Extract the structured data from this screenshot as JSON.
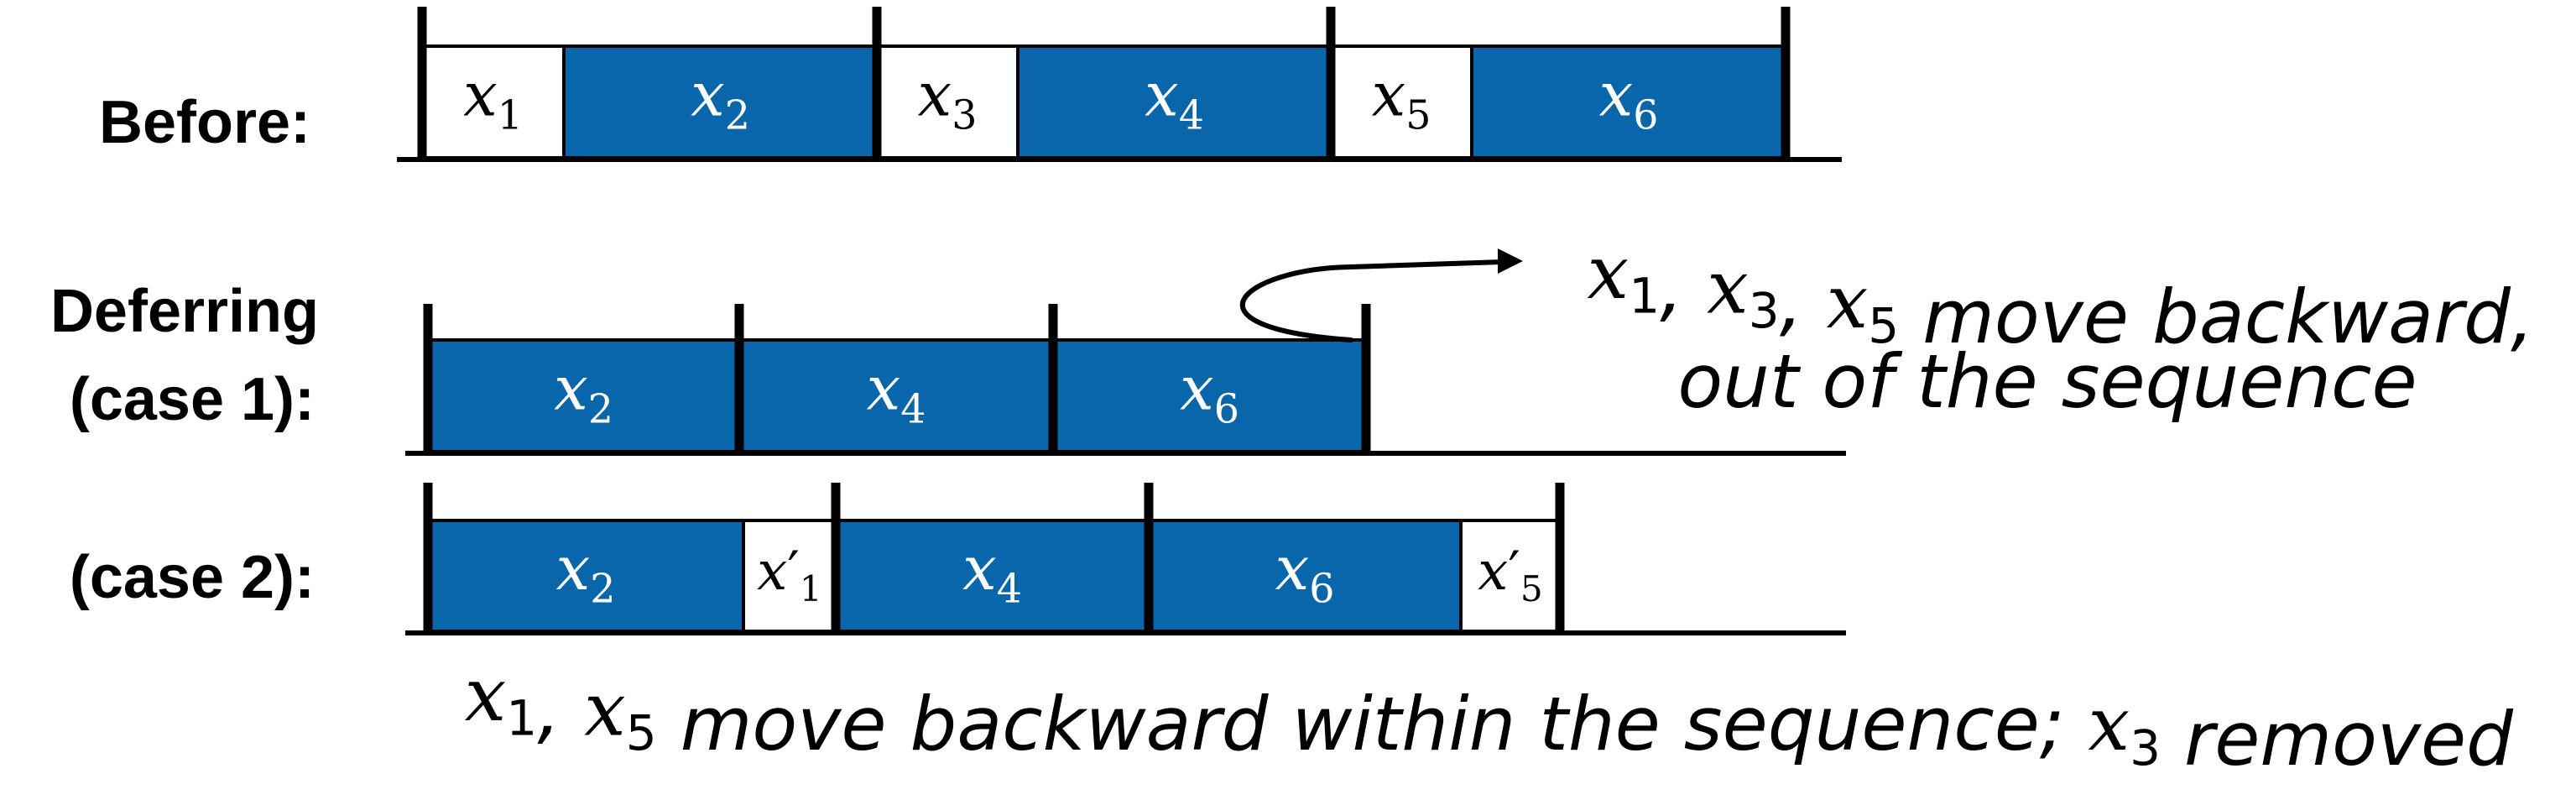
{
  "labels": {
    "before": "Before:",
    "deferring": "Deferring",
    "case1": "(case 1):",
    "case2": "(case 2):"
  },
  "colors": {
    "filled": "#0a66aa",
    "empty": "#ffffff",
    "filled_text": "#ffffff",
    "empty_text": "#000000"
  },
  "rows": {
    "before": {
      "cells": [
        {
          "var": "x",
          "sub": "1",
          "prime": "",
          "filled": false
        },
        {
          "var": "x",
          "sub": "2",
          "prime": "",
          "filled": true
        },
        {
          "var": "x",
          "sub": "3",
          "prime": "",
          "filled": false
        },
        {
          "var": "x",
          "sub": "4",
          "prime": "",
          "filled": true
        },
        {
          "var": "x",
          "sub": "5",
          "prime": "",
          "filled": false
        },
        {
          "var": "x",
          "sub": "6",
          "prime": "",
          "filled": true
        }
      ]
    },
    "case1": {
      "cells": [
        {
          "var": "x",
          "sub": "2",
          "prime": "",
          "filled": true
        },
        {
          "var": "x",
          "sub": "4",
          "prime": "",
          "filled": true
        },
        {
          "var": "x",
          "sub": "6",
          "prime": "",
          "filled": true
        }
      ]
    },
    "case2": {
      "cells": [
        {
          "var": "x",
          "sub": "2",
          "prime": "",
          "filled": true
        },
        {
          "var": "x",
          "sub": "1",
          "prime": "′",
          "filled": false
        },
        {
          "var": "x",
          "sub": "4",
          "prime": "",
          "filled": true
        },
        {
          "var": "x",
          "sub": "6",
          "prime": "",
          "filled": true
        },
        {
          "var": "x",
          "sub": "5",
          "prime": "′",
          "filled": false
        }
      ]
    }
  },
  "annotations": {
    "case1": {
      "parts": [
        {
          "var": "x",
          "sub": "1"
        },
        {
          "text": ", "
        },
        {
          "var": "x",
          "sub": "3"
        },
        {
          "text": ", "
        },
        {
          "var": "x",
          "sub": "5"
        },
        {
          "text": " move backward,"
        }
      ],
      "line2": "out of the sequence"
    },
    "case2": {
      "parts": [
        {
          "var": "x",
          "sub": "1"
        },
        {
          "text": ", "
        },
        {
          "var": "x",
          "sub": "5"
        },
        {
          "text": " move backward within the sequence; "
        },
        {
          "var": "x",
          "sub": "3"
        },
        {
          "text": " removed"
        }
      ]
    }
  }
}
